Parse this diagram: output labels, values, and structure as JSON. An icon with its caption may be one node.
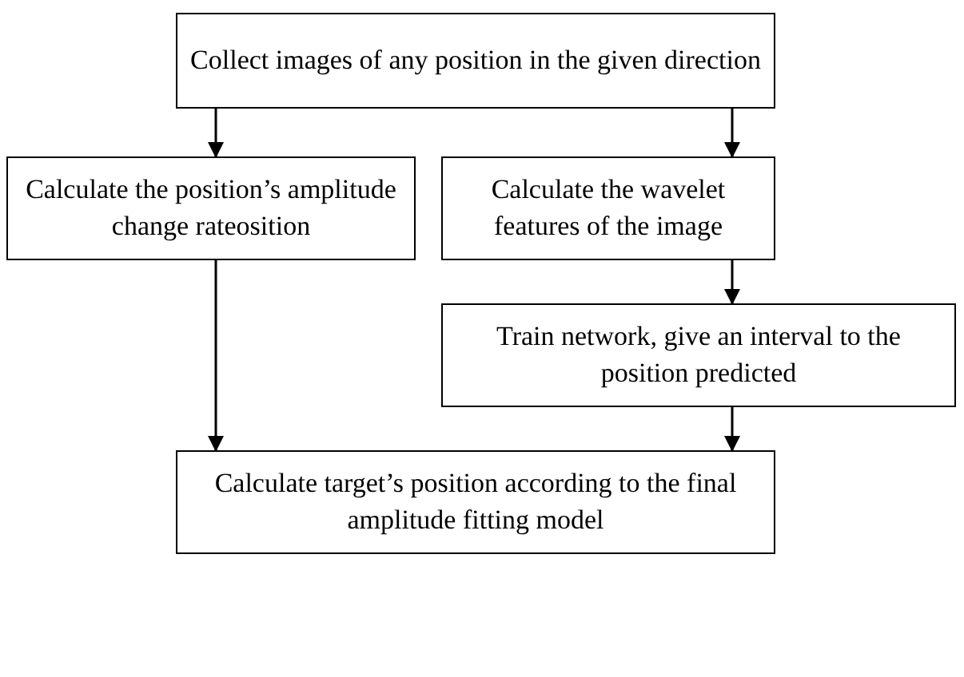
{
  "diagram": {
    "nodes": [
      {
        "text": [
          "Collect images of any position in the given direction"
        ]
      },
      {
        "text": [
          "Calculate the position’s amplitude change rateosition"
        ]
      },
      {
        "text": [
          "Calculate the wavelet features of the image"
        ]
      },
      {
        "text": [
          "Train network, give an interval to the position predicted"
        ]
      },
      {
        "text": [
          "Calculate target’s position according to the final amplitude fitting model"
        ]
      }
    ],
    "edges": [
      {
        "from": 0,
        "to": 1,
        "arrow": "to"
      },
      {
        "from": 0,
        "to": 2,
        "arrow": "to"
      },
      {
        "from": 2,
        "to": 3,
        "arrow": "to"
      },
      {
        "from": 1,
        "to": 4,
        "arrow": "to"
      },
      {
        "from": 3,
        "to": 4,
        "arrow": "to"
      }
    ]
  }
}
